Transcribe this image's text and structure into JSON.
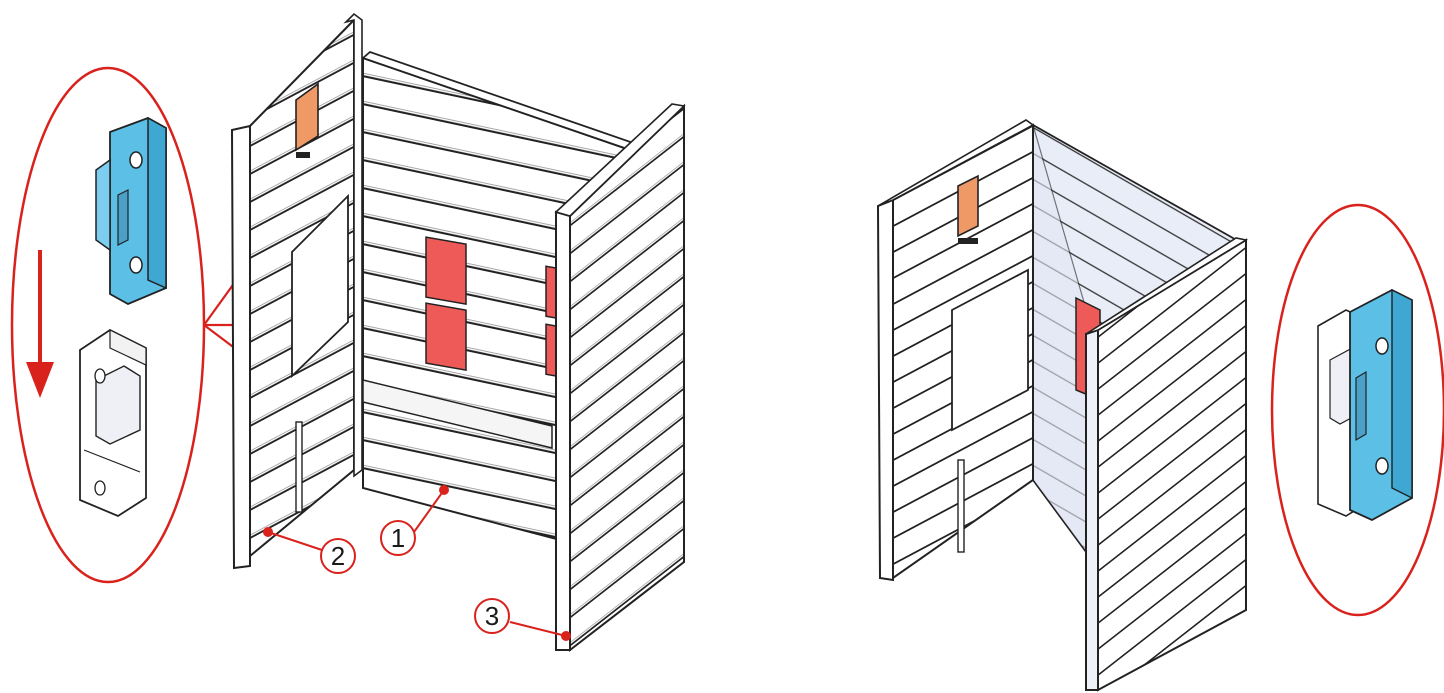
{
  "callouts": [
    {
      "id": "1",
      "label": "1"
    },
    {
      "id": "2",
      "label": "2"
    },
    {
      "id": "3",
      "label": "3"
    }
  ],
  "colors": {
    "accent_red": "#d9221c",
    "heater_red": "#ee5a57",
    "clip_blue": "#5bbfe6",
    "outline": "#222222",
    "panel_white": "#ffffff",
    "panel_shade": "#e6ebf5"
  },
  "icons": [
    "down-arrow-icon",
    "mounting-bracket-icon",
    "wall-clip-icon"
  ]
}
